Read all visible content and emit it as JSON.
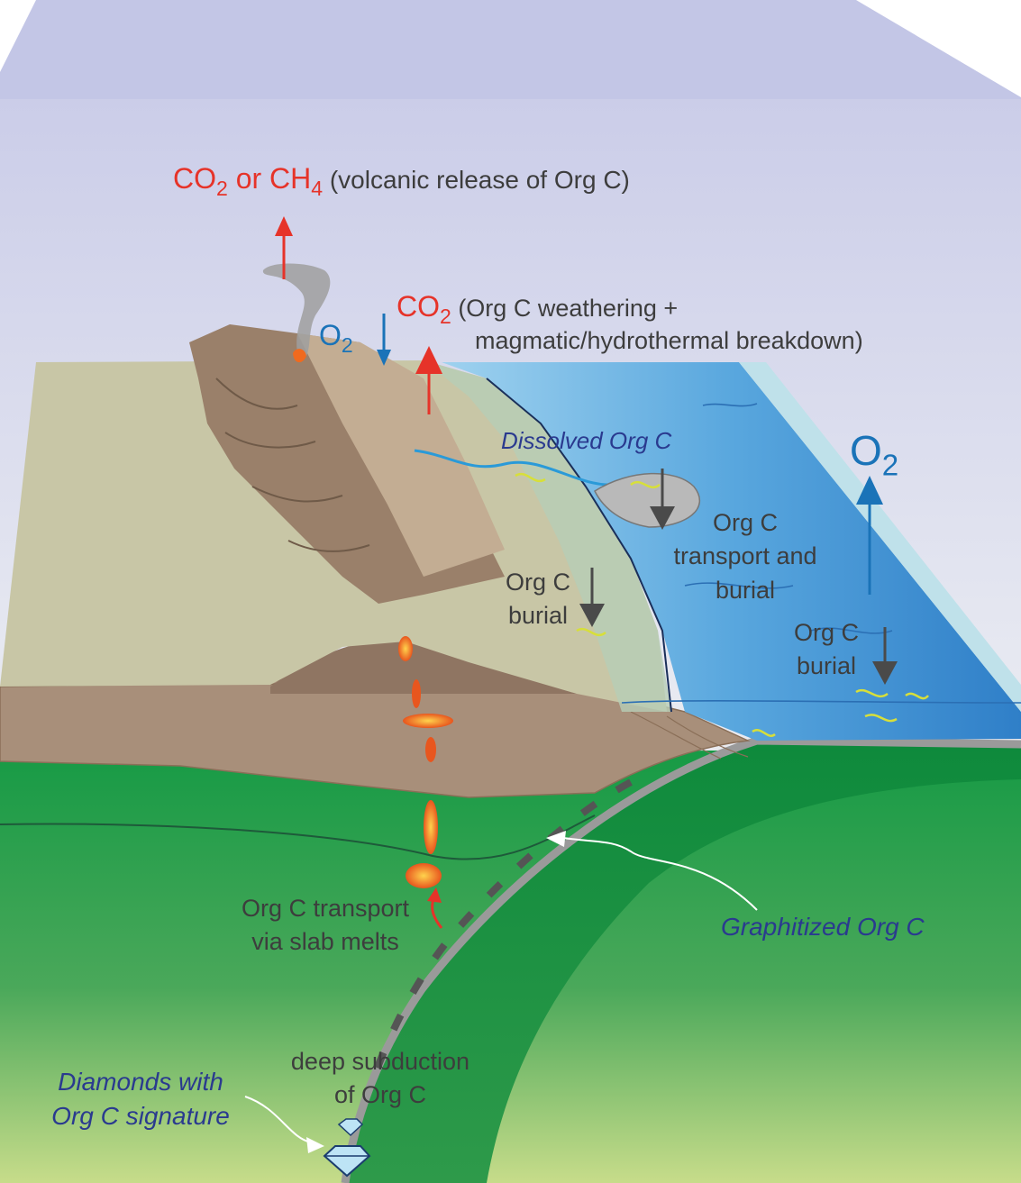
{
  "labels": {
    "volcanic_co2": "CO",
    "volcanic_co2_sub": "2",
    "volcanic_or": " or CH",
    "volcanic_ch4_sub": "4",
    "volcanic_desc": " (volcanic release of Org C)",
    "o2_small": "O",
    "o2_small_sub": "2",
    "weathering_co2": "CO",
    "weathering_co2_sub": "2",
    "weathering_desc_1": " (Org C weathering +",
    "weathering_desc_2": "magmatic/hydrothermal breakdown)",
    "dissolved": "Dissolved Org C",
    "o2_large": "O",
    "o2_large_sub": "2",
    "transport_burial_1": "Org C",
    "transport_burial_2": "transport and",
    "transport_burial_3": "burial",
    "land_burial_1": "Org C",
    "land_burial_2": "burial",
    "ocean_burial_1": "Org C",
    "ocean_burial_2": "burial",
    "slab_melts_1": "Org C transport",
    "slab_melts_2": "via slab melts",
    "graphitized": "Graphitized Org C",
    "deep_subduction_1": "deep subduction",
    "deep_subduction_2": "of Org C",
    "diamonds_1": "Diamonds with",
    "diamonds_2": "Org C signature"
  },
  "colors": {
    "co2_red": "#e63329",
    "o2_blue": "#1a73b8",
    "text_gray": "#3d3d3d",
    "italic_navy": "#2a3a8f",
    "ocean": "#3f8fd0",
    "mantle_green": "#1f9a47",
    "crust_brown": "#a88f7a",
    "land_tan": "#c9c6a6",
    "sky": "#c5c8e6"
  }
}
